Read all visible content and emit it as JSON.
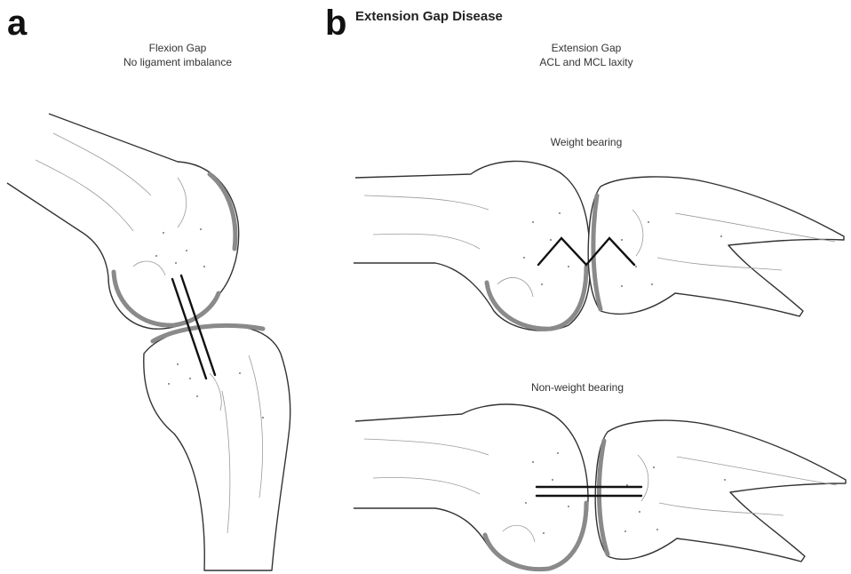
{
  "panel_a": {
    "letter": "a",
    "caption_line1": "Flexion Gap",
    "caption_line2": "No ligament imbalance"
  },
  "panel_b": {
    "letter": "b",
    "title": "Extension Gap Disease",
    "caption_line1": "Extension Gap",
    "caption_line2": "ACL and MCL laxity",
    "upper_label": "Weight bearing",
    "lower_label": "Non-weight bearing"
  }
}
